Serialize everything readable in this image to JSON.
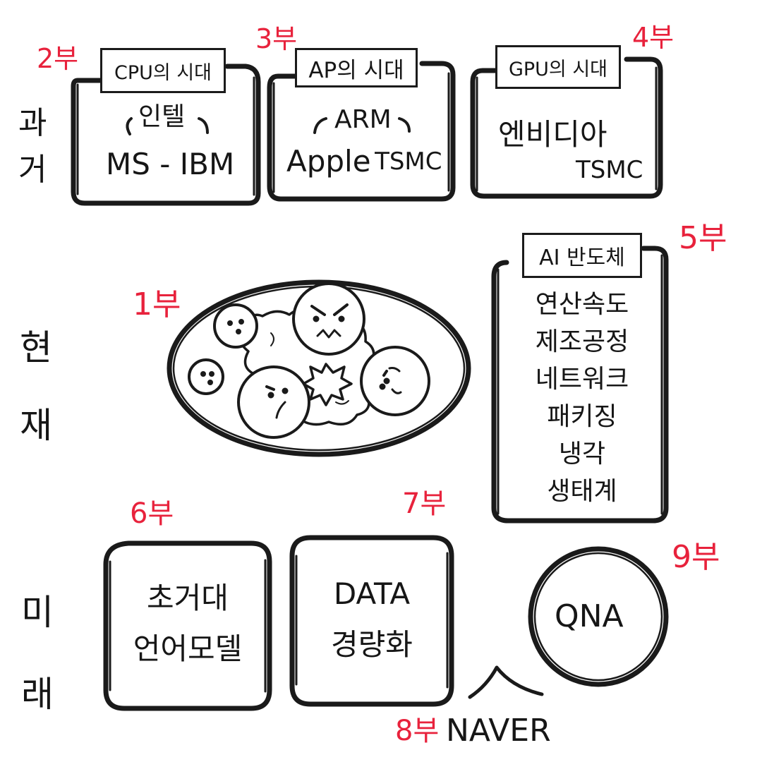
{
  "eras": {
    "past": "과\n거",
    "present": "현\n재",
    "future": "미\n래"
  },
  "parts": {
    "p1": "1부",
    "p2": "2부",
    "p3": "3부",
    "p4": "4부",
    "p5": "5부",
    "p6": "6부",
    "p7": "7부",
    "p8": "8부",
    "p9": "9부"
  },
  "past": {
    "cpu": {
      "tag": "CPU의 시대",
      "top": "인텔",
      "bottom": "MS - IBM"
    },
    "ap": {
      "tag": "AP의 시대",
      "top": "ARM",
      "bottom_left": "Apple",
      "bottom_right": "- TSMC"
    },
    "gpu": {
      "tag": "GPU의 시대",
      "main": "엔비디아",
      "sub": "TSMC"
    }
  },
  "present": {
    "ai": {
      "tag": "AI 반도체",
      "items": [
        "연산속도",
        "제조공정",
        "네트워크",
        "패키징",
        "냉각",
        "생태계"
      ]
    }
  },
  "future": {
    "llm": "초거대\n언어모델",
    "data": "DATA\n경량화",
    "naver": "NAVER",
    "qna": "QNA"
  },
  "colors": {
    "ink": "#161616",
    "accent": "#e8223c",
    "paper": "#ffffff",
    "bubble_fill": "#ffffff"
  },
  "icons": {
    "bracket": "hand-drawn-bracket-box",
    "faces": "angry-and-sad-face-balls",
    "explosion": "burst-icon"
  }
}
